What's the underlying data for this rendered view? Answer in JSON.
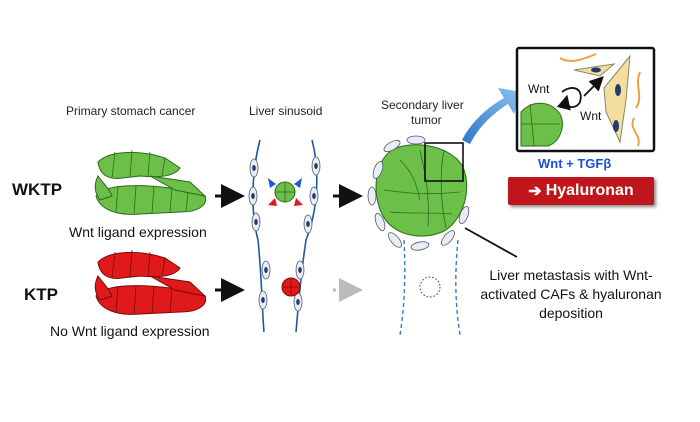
{
  "columns": {
    "primary": "Primary stomach cancer",
    "sinusoid": "Liver sinusoid",
    "secondary_line1": "Secondary liver",
    "secondary_line2": "tumor"
  },
  "rows": {
    "wktp": {
      "label": "WKTP",
      "caption": "Wnt ligand expression",
      "color": "#6cc04a"
    },
    "ktp": {
      "label": "KTP",
      "caption": "No Wnt ligand expression",
      "color": "#e0191b"
    }
  },
  "inset": {
    "wnt_left": "Wnt",
    "wnt_right": "Wnt",
    "signal": "Wnt + TGFβ",
    "signal_color": "#1a4fd6"
  },
  "outcome": {
    "arrow_glyph": "➔",
    "label": "Hyaluronan",
    "color": "#c0151b"
  },
  "note": {
    "line1": "Liver metastasis with Wnt-",
    "line2": "activated CAFs & hyaluronan",
    "line3": "deposition"
  }
}
